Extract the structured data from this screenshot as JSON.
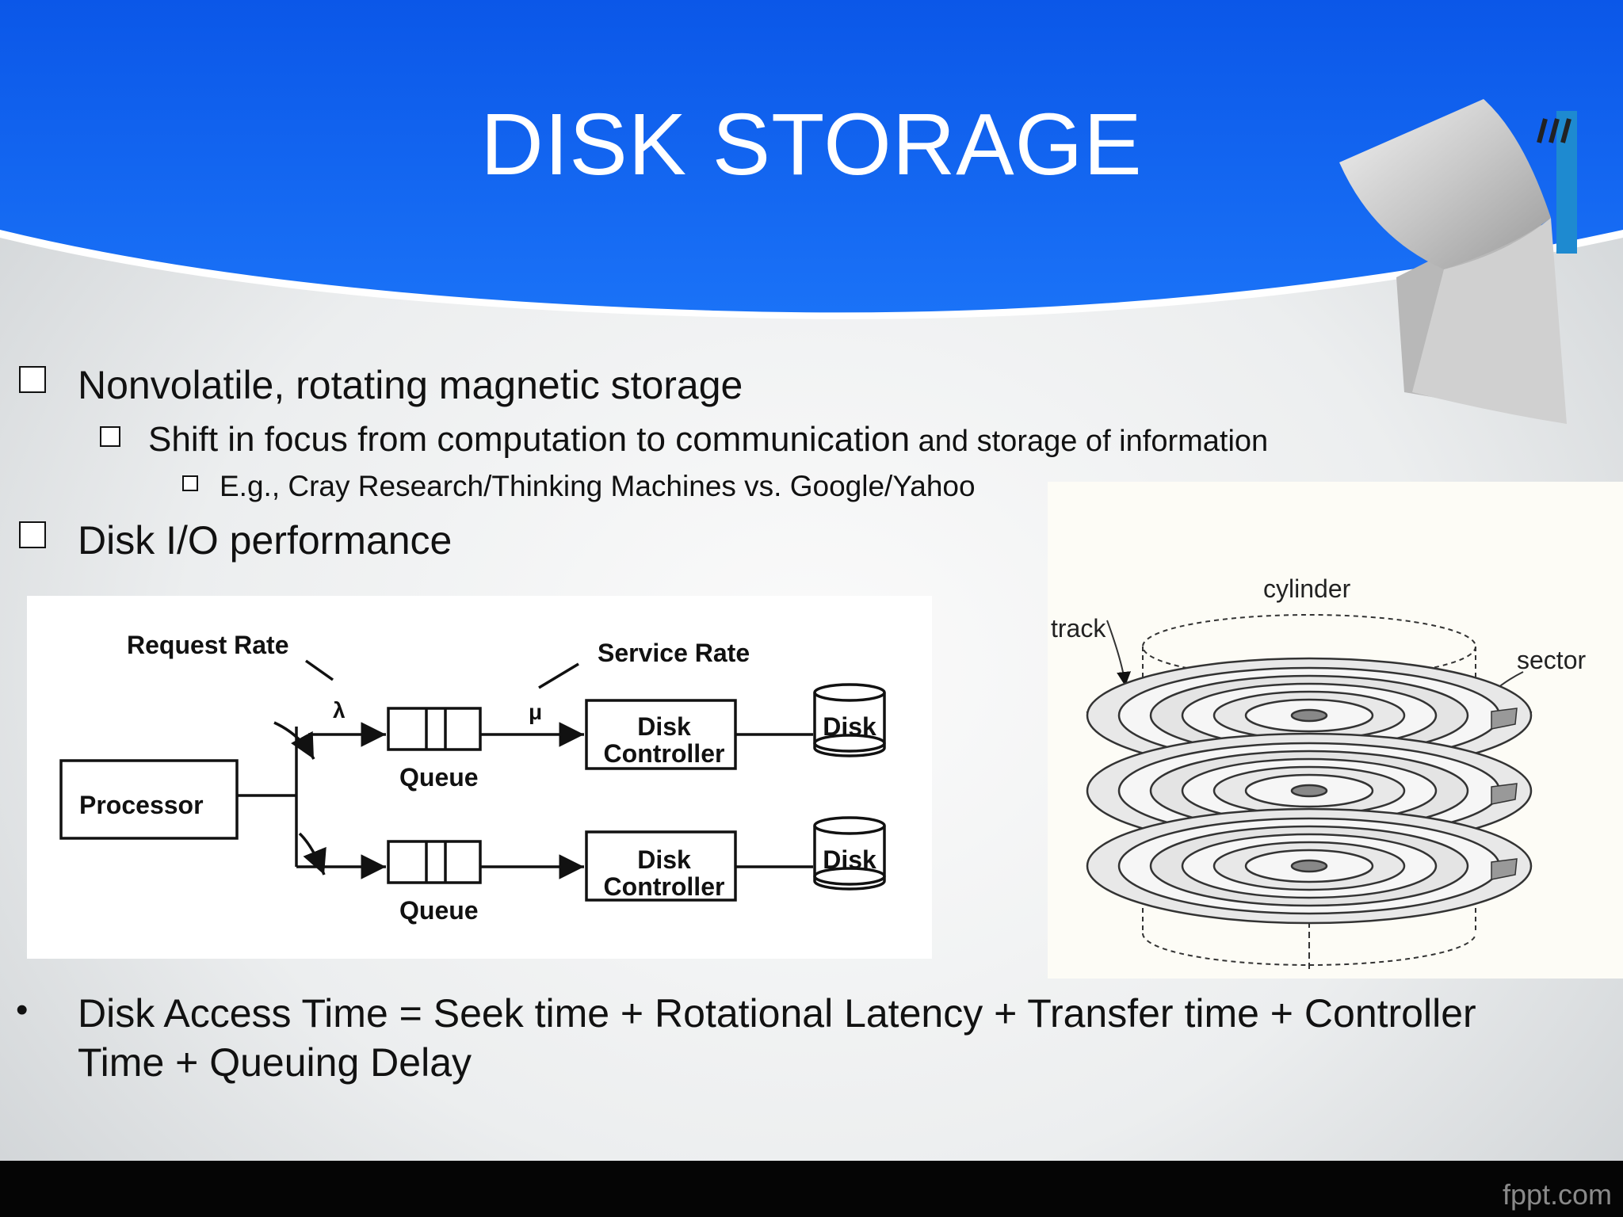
{
  "slide": {
    "title": "DISK STORAGE",
    "bullets": {
      "b1": "Nonvolatile, rotating magnetic storage",
      "b2_main": "Shift in focus from computation to communication",
      "b2_small": " and storage of information",
      "b3": "E.g., Cray Research/Thinking Machines vs. Google/Yahoo",
      "b4": "Disk I/O performance",
      "b5": "Disk Access Time = Seek time + Rotational Latency + Transfer time + Controller Time + Queuing Delay",
      "bullet_char": "•"
    },
    "colors": {
      "header_blue": "#1266f2",
      "text": "#111111"
    }
  },
  "queue_diagram": {
    "request_rate": "Request Rate",
    "service_rate": "Service Rate",
    "lambda": "λ",
    "mu": "μ",
    "processor": "Processor",
    "queue_top": "Queue",
    "queue_bottom": "Queue",
    "controller_top": [
      "Disk",
      "Controller"
    ],
    "controller_bottom": [
      "Disk",
      "Controller"
    ],
    "disk_top": "Disk",
    "disk_bottom": "Disk"
  },
  "disk_figure": {
    "cylinder": "cylinder",
    "track": "track",
    "sector": "sector"
  },
  "footer": {
    "brand": "fppt.com"
  }
}
